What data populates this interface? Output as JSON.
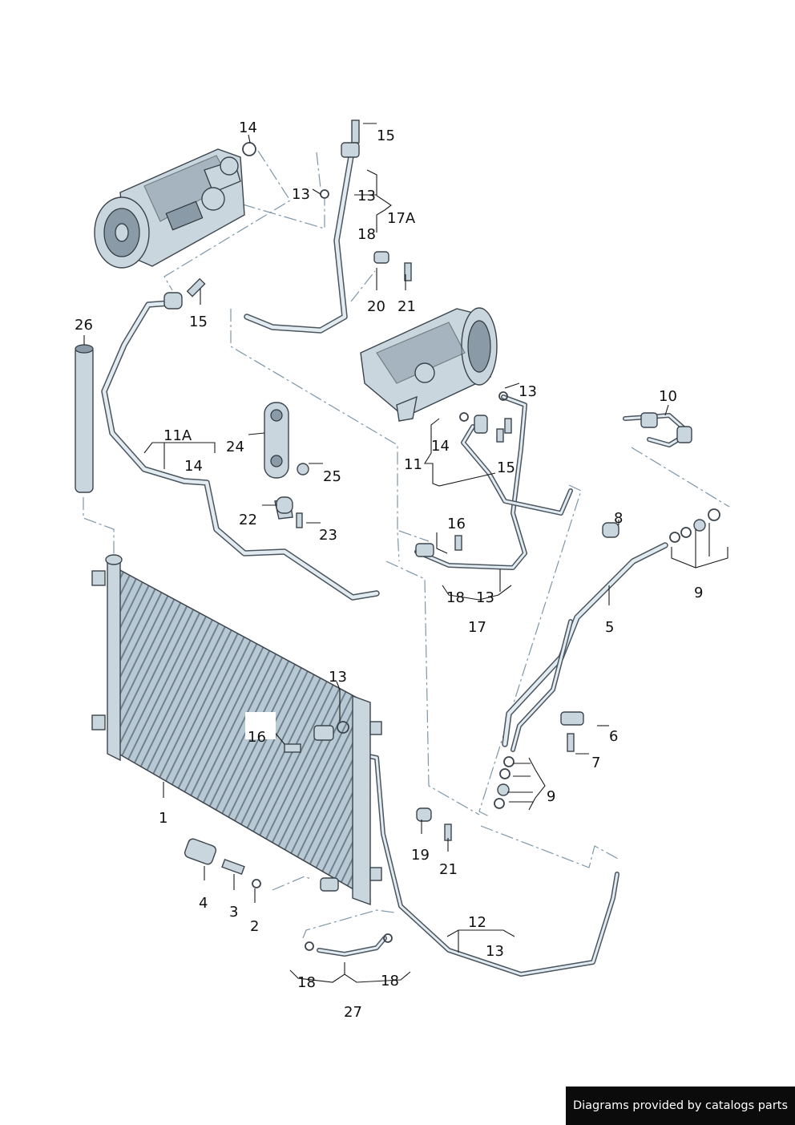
{
  "footer": {
    "credit": "Diagrams provided by catalogs parts"
  },
  "callouts": [
    {
      "id": "c14a",
      "text": "14"
    },
    {
      "id": "c15a",
      "text": "15"
    },
    {
      "id": "c13a",
      "text": "13"
    },
    {
      "id": "c13b",
      "text": "13"
    },
    {
      "id": "c17A",
      "text": "17A"
    },
    {
      "id": "c18a",
      "text": "18"
    },
    {
      "id": "c20a",
      "text": "20"
    },
    {
      "id": "c21a",
      "text": "21"
    },
    {
      "id": "c15b",
      "text": "15"
    },
    {
      "id": "c26",
      "text": "26"
    },
    {
      "id": "c13c",
      "text": "13"
    },
    {
      "id": "c10",
      "text": "10"
    },
    {
      "id": "c11A",
      "text": "11A"
    },
    {
      "id": "c14b",
      "text": "14"
    },
    {
      "id": "c24",
      "text": "24"
    },
    {
      "id": "c14c",
      "text": "14"
    },
    {
      "id": "c11",
      "text": "11"
    },
    {
      "id": "c15c",
      "text": "15"
    },
    {
      "id": "c25",
      "text": "25"
    },
    {
      "id": "c22",
      "text": "22"
    },
    {
      "id": "c23",
      "text": "23"
    },
    {
      "id": "c16a",
      "text": "16"
    },
    {
      "id": "c8",
      "text": "8"
    },
    {
      "id": "c9a",
      "text": "9"
    },
    {
      "id": "c18b",
      "text": "18"
    },
    {
      "id": "c13d",
      "text": "13"
    },
    {
      "id": "c17",
      "text": "17"
    },
    {
      "id": "c5",
      "text": "5"
    },
    {
      "id": "c13e",
      "text": "13"
    },
    {
      "id": "c16b",
      "text": "16"
    },
    {
      "id": "c6",
      "text": "6"
    },
    {
      "id": "c7",
      "text": "7"
    },
    {
      "id": "c9b",
      "text": "9"
    },
    {
      "id": "c1",
      "text": "1"
    },
    {
      "id": "c19",
      "text": "19"
    },
    {
      "id": "c21b",
      "text": "21"
    },
    {
      "id": "c4",
      "text": "4"
    },
    {
      "id": "c3",
      "text": "3"
    },
    {
      "id": "c2",
      "text": "2"
    },
    {
      "id": "c12",
      "text": "12"
    },
    {
      "id": "c13f",
      "text": "13"
    },
    {
      "id": "c18c",
      "text": "18"
    },
    {
      "id": "c18d",
      "text": "18"
    },
    {
      "id": "c27",
      "text": "27"
    }
  ]
}
